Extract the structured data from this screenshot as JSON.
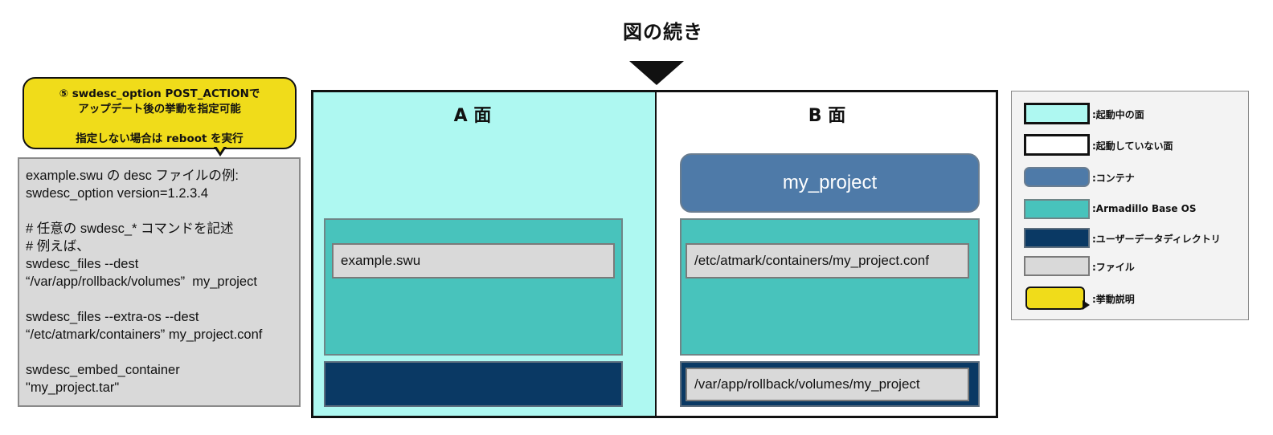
{
  "title": "図の続き",
  "callout": {
    "line1": "⑤ swdesc_option POST_ACTIONで",
    "line2": "アップデート後の挙動を指定可能",
    "line3": "指定しない場合は reboot を実行"
  },
  "desc_text": "example.swu の desc ファイルの例:\nswdesc_option version=1.2.3.4\n\n# 任意の swdesc_* コマンドを記述\n# 例えば、\nswdesc_files --dest\n“/var/app/rollback/volumes”  my_project\n\nswdesc_files --extra-os --dest\n“/etc/atmark/containers” my_project.conf\n\nswdesc_embed_container\n\"my_project.tar\"",
  "face_a": {
    "label": "A 面",
    "file": "example.swu"
  },
  "face_b": {
    "label": "B 面",
    "container": "my_project",
    "os_file": "/etc/atmark/containers/my_project.conf",
    "volume_file": "/var/app/rollback/volumes/my_project"
  },
  "legend": {
    "active_face": ":起動中の面",
    "inactive_face": ":起動していない面",
    "container": ":コンテナ",
    "base_os": ":Armadillo Base  OS",
    "user_data_dir": ":ユーザーデータディレクトリ",
    "file": ":ファイル",
    "behavior": ":挙動説明"
  },
  "colors": {
    "active_face": "#aef8f1",
    "container": "#4e7aa8",
    "base_os": "#48c3bc",
    "user_data_dir": "#0a3964",
    "file": "#d9d9d9",
    "callout": "#f0dc1a"
  }
}
